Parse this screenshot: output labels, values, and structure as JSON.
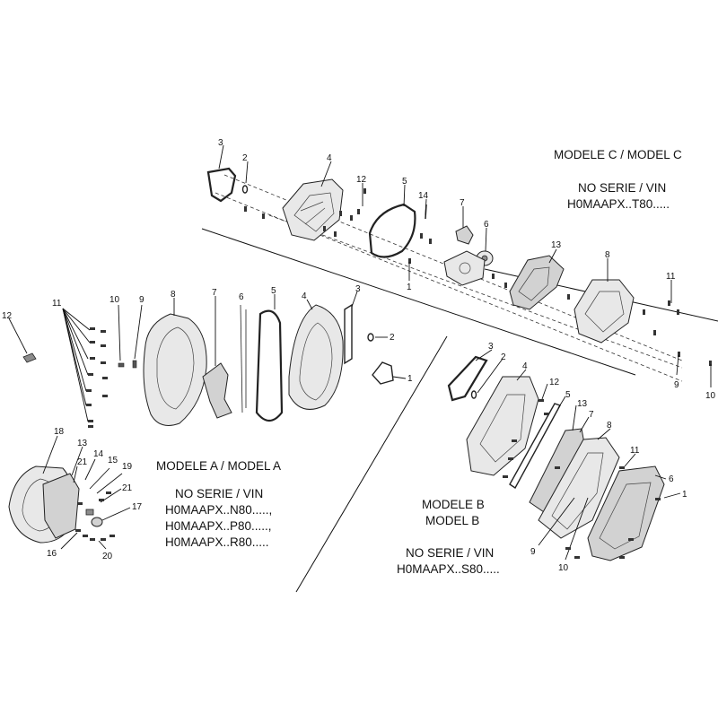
{
  "models": {
    "a": {
      "title": "MODELE A / MODEL A",
      "vin_label": "NO SERIE / VIN",
      "vins": [
        "H0MAAPX..N80.....,",
        "H0MAAPX..P80.....,",
        "H0MAAPX..R80....."
      ]
    },
    "b": {
      "title_line1": "MODELE B",
      "title_line2": "MODEL B",
      "vin_label": "NO SERIE / VIN",
      "vins": [
        "H0MAAPX..S80....."
      ]
    },
    "c": {
      "title": "MODELE C / MODEL C",
      "vin_label": "NO SERIE / VIN",
      "vins": [
        "H0MAAPX..T80....."
      ]
    }
  },
  "callouts": {
    "c": [
      "3",
      "2",
      "4",
      "12",
      "5",
      "14",
      "7",
      "6",
      "1",
      "13",
      "8",
      "11",
      "9",
      "10"
    ],
    "a": [
      "12",
      "11",
      "10",
      "9",
      "8",
      "7",
      "6",
      "5",
      "4",
      "3",
      "2",
      "1",
      "18",
      "13",
      "14",
      "15",
      "19",
      "21",
      "21",
      "17",
      "16",
      "20"
    ],
    "b": [
      "3",
      "2",
      "4",
      "12",
      "5",
      "13",
      "7",
      "8",
      "11",
      "6",
      "1",
      "9",
      "10"
    ]
  }
}
